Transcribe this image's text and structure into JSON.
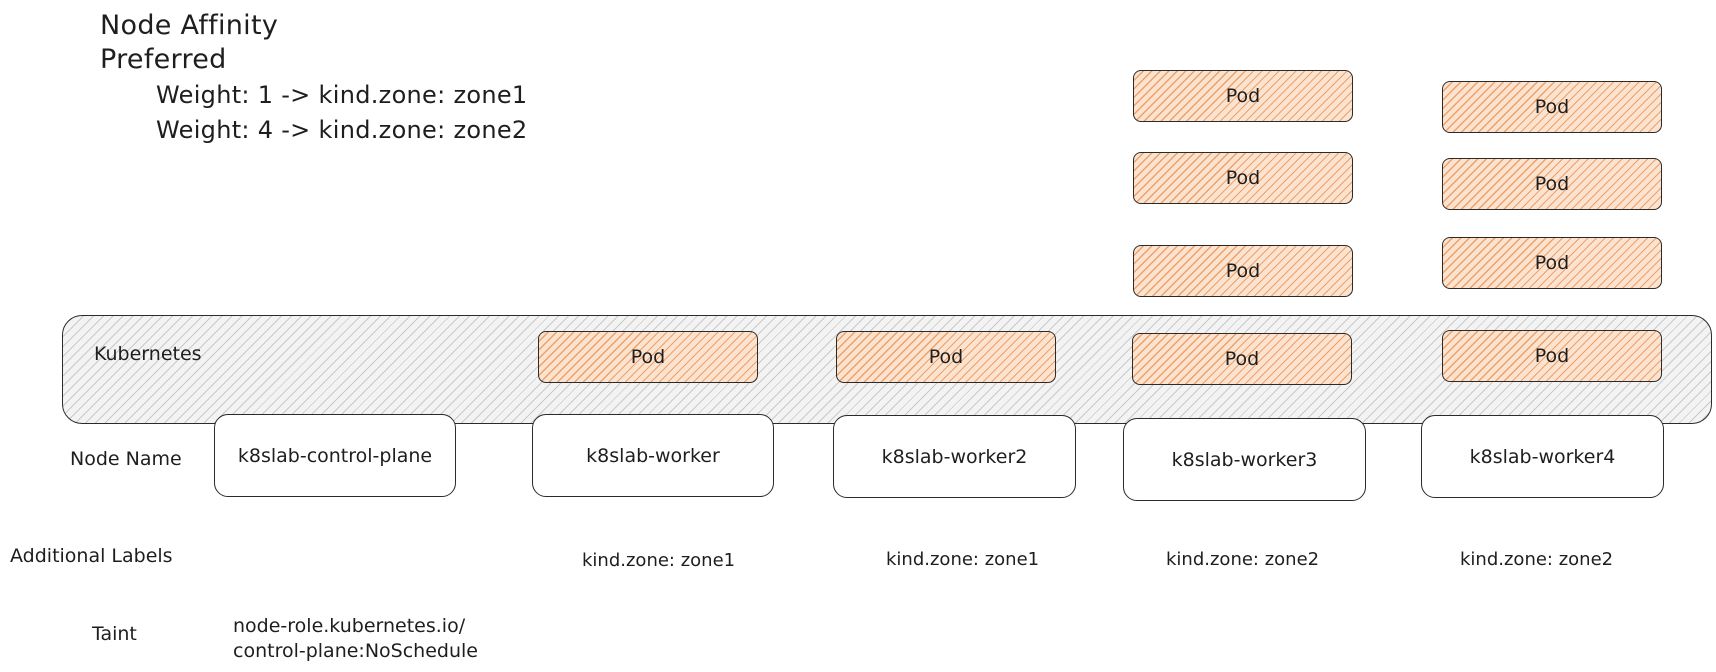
{
  "heading": {
    "title": "Node Affinity",
    "subtitle": "Preferred",
    "rules": [
      "Weight: 1 -> kind.zone: zone1",
      "Weight: 4 -> kind.zone: zone2"
    ]
  },
  "cluster": {
    "label": "Kubernetes"
  },
  "pod_label": "Pod",
  "row_labels": {
    "node_name": "Node Name",
    "additional_labels": "Additional Labels",
    "taint": "Taint"
  },
  "nodes": [
    {
      "name": "k8slab-control-plane",
      "zone": "",
      "taint": [
        "node-role.kubernetes.io/",
        "control-plane:NoSchedule"
      ],
      "pods": 0
    },
    {
      "name": "k8slab-worker",
      "zone": "kind.zone: zone1",
      "taint": [],
      "pods": 1
    },
    {
      "name": "k8slab-worker2",
      "zone": "kind.zone: zone1",
      "taint": [],
      "pods": 1
    },
    {
      "name": "k8slab-worker3",
      "zone": "kind.zone: zone2",
      "taint": [],
      "pods": 4
    },
    {
      "name": "k8slab-worker4",
      "zone": "kind.zone: zone2",
      "taint": [],
      "pods": 4
    }
  ],
  "colors": {
    "pod_fill": "#fbe3d0",
    "pod_hatch": "#e88c48",
    "cluster_fill": "#f3f3f3",
    "stroke": "#2b2b2b"
  }
}
